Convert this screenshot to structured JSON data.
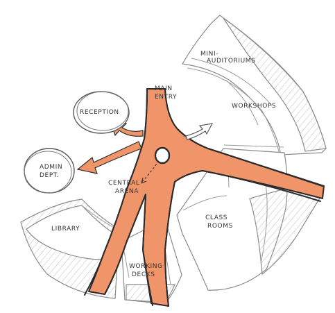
{
  "colors": {
    "circulation": "#f0946a",
    "hatch": "#b9b9b9",
    "ink": "#333333"
  },
  "labels": {
    "main_entry_1": "MAIN",
    "main_entry_2": "ENTRY",
    "mini_auditoriums_1": "MINI-",
    "mini_auditoriums_2": "AUDITORIUMS",
    "workshops": "WORKSHOPS",
    "reception": "RECEPTION",
    "admin_1": "ADMIN",
    "admin_2": "DEPT.",
    "central_arena_1": "CENTRAL",
    "central_arena_2": "ARENA",
    "library": "LIBRARY",
    "class_rooms_1": "CLASS",
    "class_rooms_2": "ROOMS",
    "working_decks_1": "WORKING",
    "working_decks_2": "DECKS"
  }
}
